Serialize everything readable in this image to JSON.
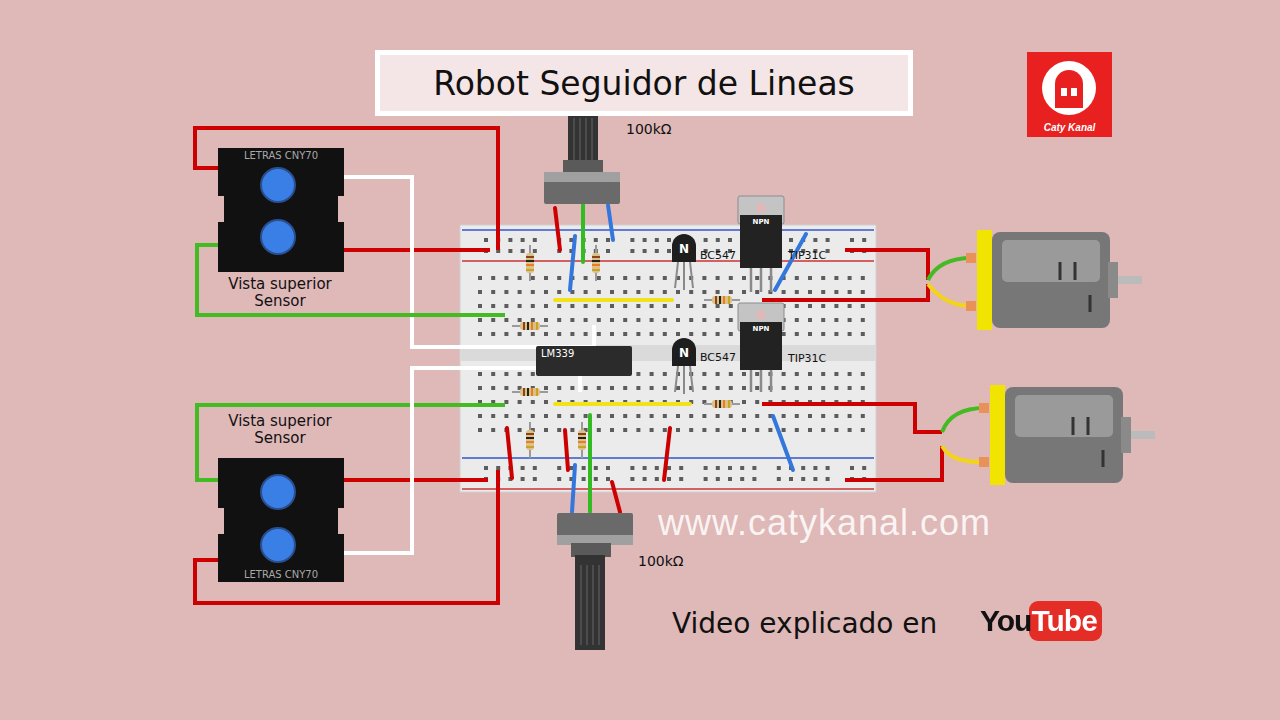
{
  "diagram": {
    "title": "Robot Seguidor de Lineas",
    "nodes": [
      {
        "text": [
          "LETRAS CNY70"
        ]
      },
      {
        "text": [
          "LETRAS CNY70"
        ]
      },
      {
        "text": [
          "LM339"
        ]
      },
      {
        "text": [
          "N",
          "BC547"
        ]
      },
      {
        "text": [
          "N",
          "BC547"
        ]
      },
      {
        "text": [
          "NPN",
          "TIP31C"
        ]
      },
      {
        "text": [
          "NPN",
          "TIP31C"
        ]
      },
      {
        "text": [
          "Caty Kanal"
        ]
      }
    ],
    "labels": [
      "100kΩ",
      "Vista superior Sensor",
      "Vista superior Sensor",
      "100kΩ",
      "www.catykanal.com",
      "Video explicado en",
      "YouTube"
    ]
  }
}
